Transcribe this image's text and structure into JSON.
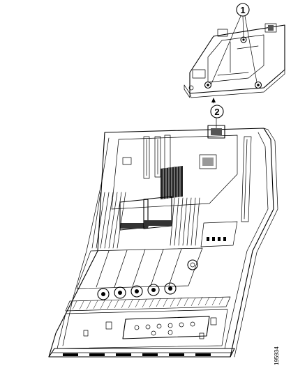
{
  "callouts": [
    {
      "label": "1"
    },
    {
      "label": "2"
    }
  ],
  "figure_id": "195934",
  "colors": {
    "ink": "#000000",
    "paper": "#ffffff",
    "shade": "#555555"
  }
}
